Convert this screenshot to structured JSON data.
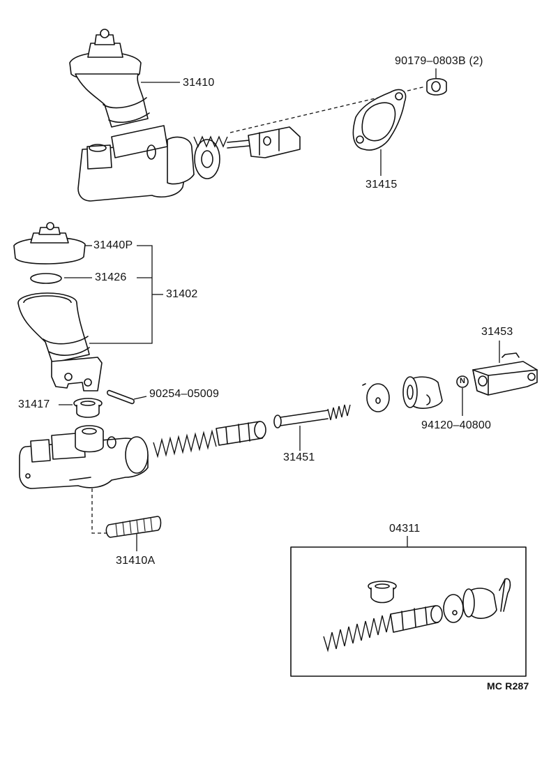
{
  "labels": {
    "p31410": "31410",
    "p90179": "90179–0803B (2)",
    "p31415": "31415",
    "p31440p": "31440P",
    "p31426": "31426",
    "p31402": "31402",
    "p31453": "31453",
    "p90254": "90254–05009",
    "p31417": "31417",
    "p94120": "94120–40800",
    "p31451": "31451",
    "p31410a": "31410A",
    "p04311": "04311",
    "n_mark": "N",
    "ref": "MC R287"
  },
  "colors": {
    "ink": "#111111",
    "background": "#ffffff"
  }
}
